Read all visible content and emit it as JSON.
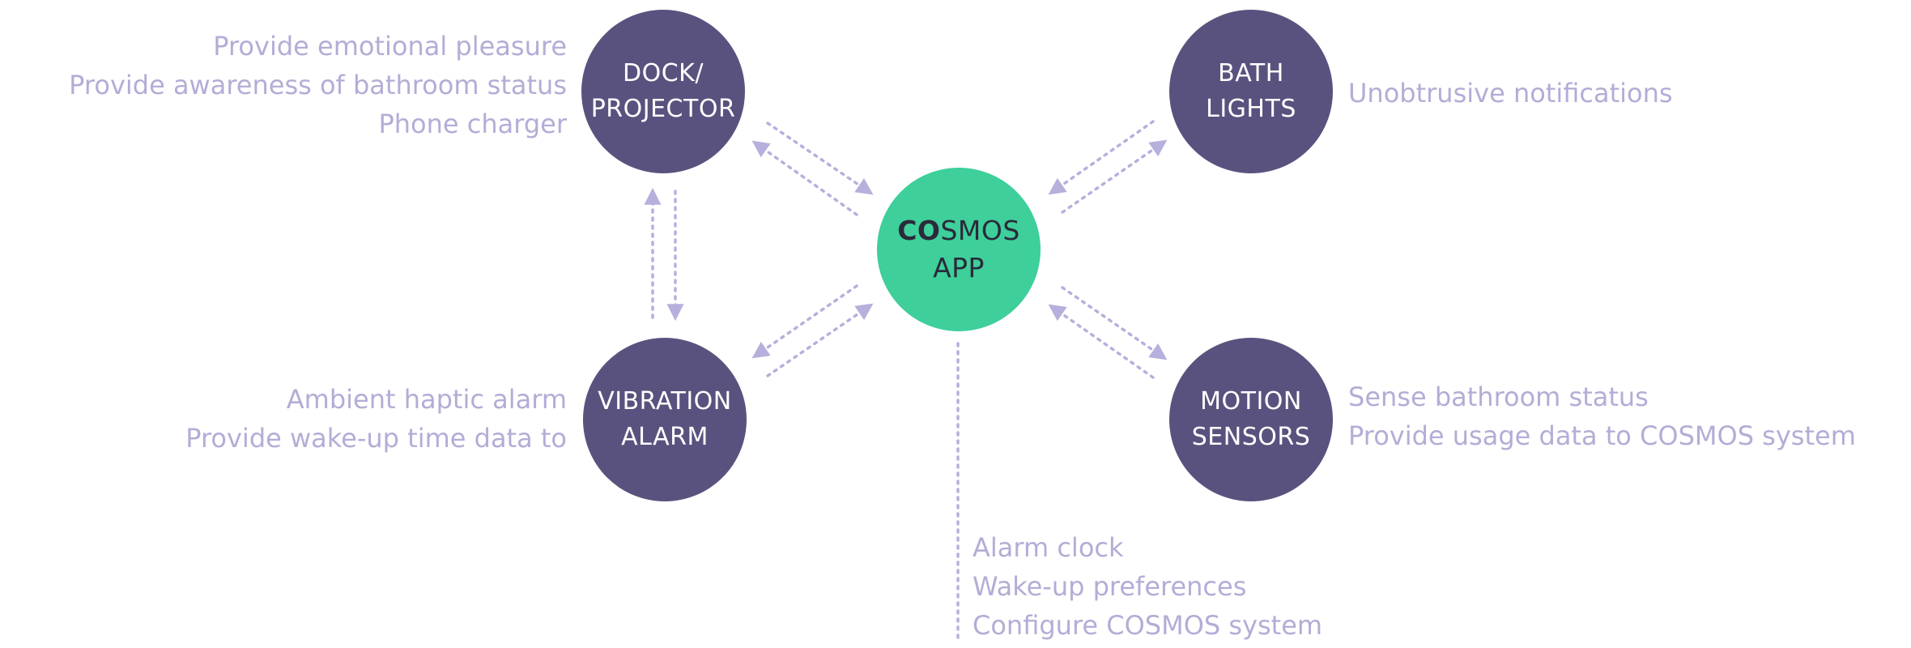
{
  "colors": {
    "node_dark": "#5a527e",
    "node_center": "#3ecf9b",
    "text_light": "#b3add6",
    "arrow": "#b6b0dc"
  },
  "center": {
    "label_bold": "CO",
    "label_rest": "SMOS",
    "label_line2": "APP",
    "description": [
      "Alarm clock",
      "Wake-up preferences",
      "Configure COSMOS system"
    ]
  },
  "nodes": {
    "dock": {
      "line1": "DOCK/",
      "line2": "PROJECTOR",
      "description": [
        "Provide emotional pleasure",
        "Provide awareness of bathroom status",
        "Phone charger"
      ]
    },
    "bath": {
      "line1": "BATH",
      "line2": "LIGHTS",
      "description": [
        "Unobtrusive notifications"
      ]
    },
    "vibration": {
      "line1": "VIBRATION",
      "line2": "ALARM",
      "description": [
        "Ambient haptic alarm",
        "Provide wake-up time data to"
      ]
    },
    "motion": {
      "line1": "MOTION",
      "line2": "SENSORS",
      "description": [
        "Sense bathroom status",
        "Provide usage data to COSMOS system"
      ]
    }
  }
}
